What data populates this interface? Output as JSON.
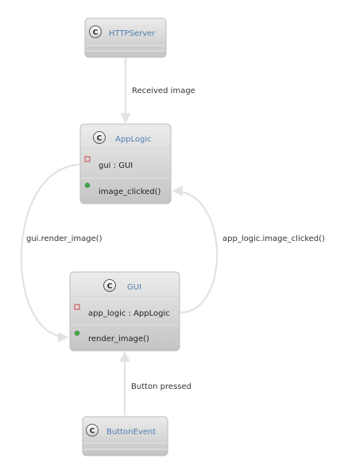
{
  "diagram": {
    "classes": {
      "httpserver": {
        "name": "HTTPServer",
        "stereotype": "C"
      },
      "applogic": {
        "name": "AppLogic",
        "stereotype": "C",
        "attribute": "gui : GUI",
        "method": "image_clicked()"
      },
      "gui": {
        "name": "GUI",
        "stereotype": "C",
        "attribute": "app_logic : AppLogic",
        "method": "render_image()"
      },
      "buttonevent": {
        "name": "ButtonEvent",
        "stereotype": "C"
      }
    },
    "edges": {
      "received_image": "Received image",
      "render_image_call": "gui.render_image()",
      "image_clicked_call": "app_logic.image_clicked()",
      "button_pressed": "Button pressed"
    },
    "colors": {
      "class_fill_top": "#e8e8e8",
      "class_fill_bottom": "#c6c6c6",
      "class_name": "#4f7fae",
      "private_marker": "#cc4444",
      "public_marker": "#44aa44",
      "edge": "#e2e2e2"
    }
  }
}
